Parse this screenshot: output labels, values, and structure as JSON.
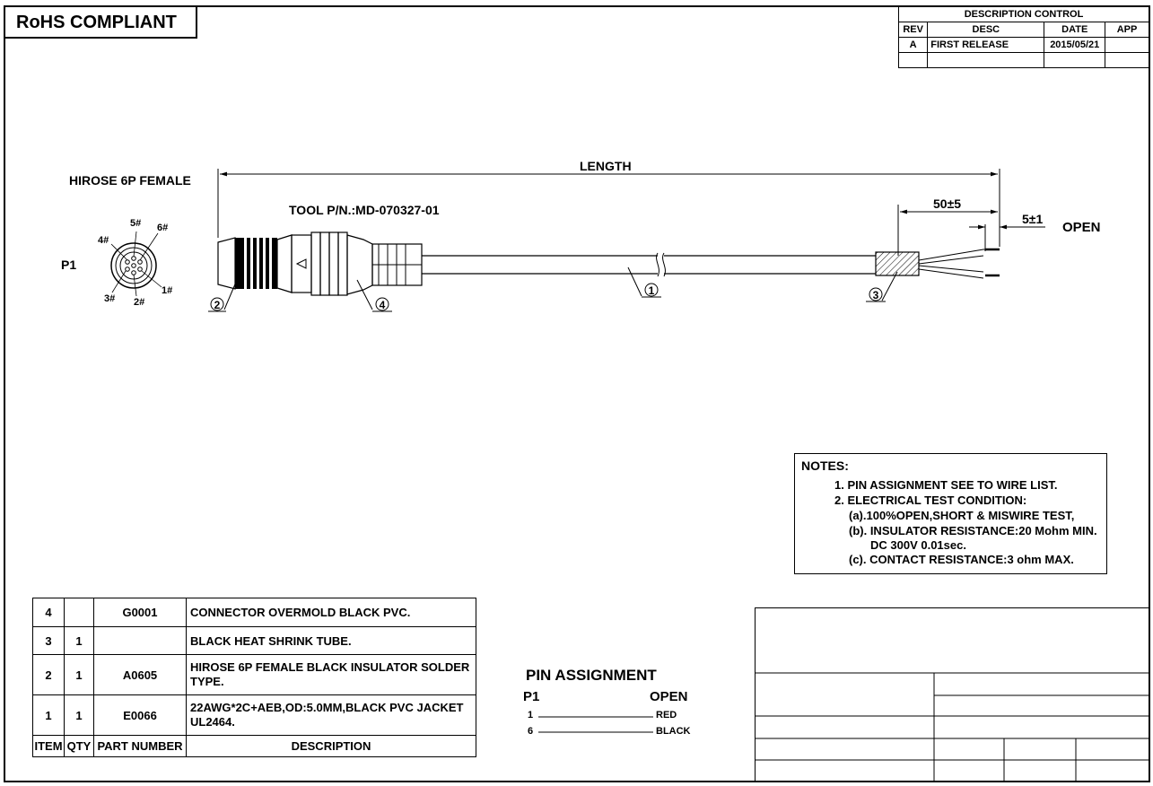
{
  "rohs": "RoHS COMPLIANT",
  "description_control": {
    "title": "DESCRIPTION  CONTROL",
    "headers": [
      "REV",
      "DESC",
      "DATE",
      "APP"
    ],
    "rows": [
      [
        "A",
        "FIRST RELEASE",
        "2015/05/21",
        ""
      ],
      [
        "",
        "",
        "",
        ""
      ]
    ]
  },
  "drawing": {
    "connector_label": "HIROSE 6P FEMALE",
    "tool_pn": "TOOL P/N.:MD-070327-01",
    "p1_label": "P1",
    "pins": [
      "1#",
      "2#",
      "3#",
      "4#",
      "5#",
      "6#"
    ],
    "length_label": "LENGTH",
    "strip_dim": "50±5",
    "strip_dim2": "5±1",
    "open_label": "OPEN",
    "callouts": [
      "1",
      "2",
      "3",
      "4"
    ]
  },
  "notes": {
    "title": "NOTES:",
    "lines": [
      "1. PIN ASSIGNMENT SEE TO WIRE LIST.",
      "2. ELECTRICAL TEST CONDITION:",
      "(a).100%OPEN,SHORT & MISWIRE TEST,",
      "(b). INSULATOR RESISTANCE:20 Mohm MIN.",
      "DC 300V 0.01sec.",
      "(c). CONTACT RESISTANCE:3 ohm MAX."
    ]
  },
  "bom": {
    "headers": [
      "ITEM",
      "QTY",
      "PART NUMBER",
      "DESCRIPTION"
    ],
    "rows": [
      {
        "item": "4",
        "qty": "",
        "pn": "G0001",
        "desc": "CONNECTOR OVERMOLD BLACK PVC."
      },
      {
        "item": "3",
        "qty": "1",
        "pn": "",
        "desc": "BLACK HEAT SHRINK TUBE."
      },
      {
        "item": "2",
        "qty": "1",
        "pn": "A0605",
        "desc": "HIROSE 6P FEMALE  BLACK INSULATOR SOLDER TYPE."
      },
      {
        "item": "1",
        "qty": "1",
        "pn": "E0066",
        "desc": "22AWG*2C+AEB,OD:5.0MM,BLACK PVC JACKET UL2464."
      }
    ]
  },
  "pin_assignment": {
    "title": "PIN   ASSIGNMENT",
    "left_header": "P1",
    "right_header": "OPEN",
    "rows": [
      {
        "pin": "1",
        "wire": "RED"
      },
      {
        "pin": "6",
        "wire": "BLACK"
      }
    ]
  }
}
